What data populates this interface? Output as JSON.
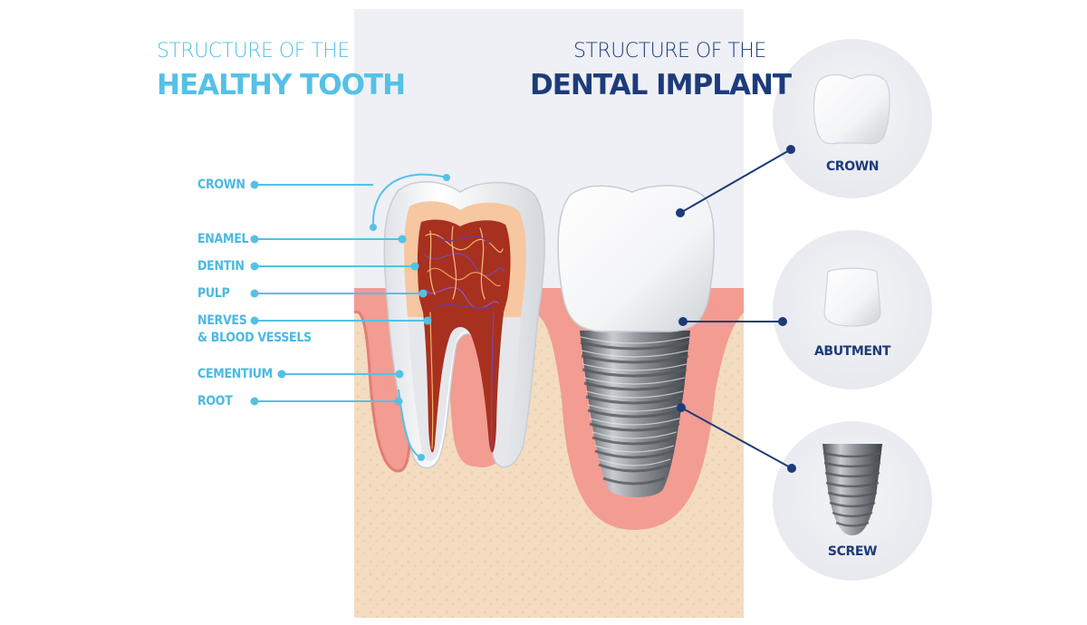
{
  "healthy_tooth": {
    "title_line1": "STRUCTURE OF THE",
    "title_line2": "HEALTHY TOOTH",
    "labels": {
      "crown": "CROWN",
      "enamel": "ENAMEL",
      "dentin": "DENTIN",
      "pulp": "PULP",
      "nerves_line1": "NERVES",
      "nerves_line2": "& BLOOD VESSELS",
      "cementium": "CEMENTIUM",
      "root": "ROOT"
    }
  },
  "dental_implant": {
    "title_line1": "STRUCTURE OF THE",
    "title_line2": "DENTAL IMPLANT",
    "parts": {
      "crown": "CROWN",
      "abutment": "ABUTMENT",
      "screw": "SCREW"
    }
  },
  "colors": {
    "light_blue": "#54c1e6",
    "navy": "#1d3b7a",
    "panel_bg": "#eef0f6",
    "gum": "#f19a90",
    "bone": "#f3dcc0",
    "pulp": "#a33020",
    "dentin": "#f7c9a0",
    "enamel": "#ffffff",
    "metal": "#8a8f96"
  }
}
